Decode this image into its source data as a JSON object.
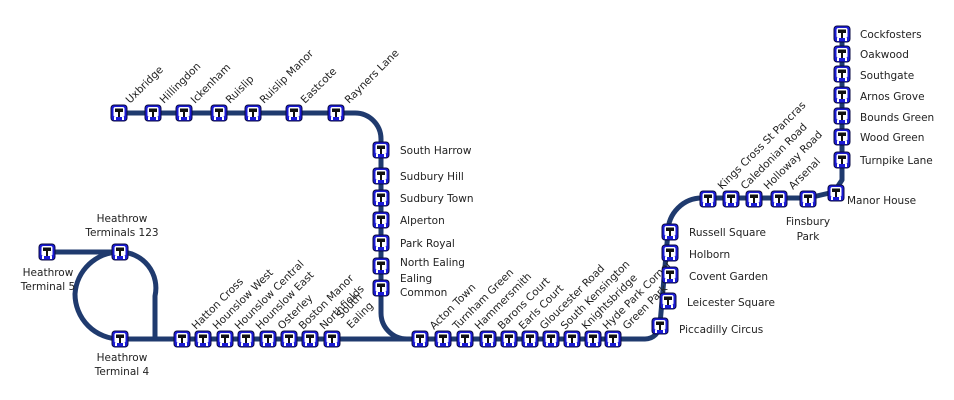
{
  "line_color": "#1f3a6e",
  "station_color": "#1b1bd6",
  "stations": {
    "uxbridge": "Uxbridge",
    "hillingdon": "Hillingdon",
    "ickenham": "Ickenham",
    "ruislip": "Ruislip",
    "ruislip_manor": "Ruislip Manor",
    "eastcote": "Eastcote",
    "rayners_lane": "Rayners Lane",
    "south_harrow": "South Harrow",
    "sudbury_hill": "Sudbury Hill",
    "sudbury_town": "Sudbury Town",
    "alperton": "Alperton",
    "park_royal": "Park Royal",
    "north_ealing": "North Ealing",
    "ealing_common_1": "Ealing",
    "ealing_common_2": "Common",
    "heathrow_t123_1": "Heathrow",
    "heathrow_t123_2": "Terminals 123",
    "heathrow_t5_1": "Heathrow",
    "heathrow_t5_2": "Terminal 5",
    "heathrow_t4_1": "Heathrow",
    "heathrow_t4_2": "Terminal 4",
    "hatton_cross": "Hatton Cross",
    "hounslow_west": "Hounslow West",
    "hounslow_central": "Hounslow Central",
    "hounslow_east": "Hounslow East",
    "osterley": "Osterley",
    "boston_manor": "Boston Manor",
    "northfields": "Northfields",
    "south_ealing_1": "South",
    "south_ealing_2": "Ealing",
    "acton_town": "Acton Town",
    "turnham_green": "Turnham Green",
    "hammersmith": "Hammersmith",
    "barons_court": "Barons Court",
    "earls_court": "Earls Court",
    "gloucester_road": "Gloucester Road",
    "south_kensington": "South Kensington",
    "knightsbridge": "Knightsbridge",
    "hyde_park_corner": "Hyde Park Corner",
    "green_park": "Green Park",
    "piccadilly_circus": "Piccadilly Circus",
    "leicester_square": "Leicester Square",
    "covent_garden": "Covent Garden",
    "holborn": "Holborn",
    "russell_square": "Russell Square",
    "kings_cross": "Kings Cross St Pancras",
    "caledonian_road": "Caledonian Road",
    "holloway_road": "Holloway Road",
    "arsenal": "Arsenal",
    "finsbury_park_1": "Finsbury",
    "finsbury_park_2": "Park",
    "manor_house": "Manor House",
    "turnpike_lane": "Turnpike Lane",
    "wood_green": "Wood Green",
    "bounds_green": "Bounds Green",
    "arnos_grove": "Arnos Grove",
    "southgate": "Southgate",
    "oakwood": "Oakwood",
    "cockfosters": "Cockfosters"
  }
}
